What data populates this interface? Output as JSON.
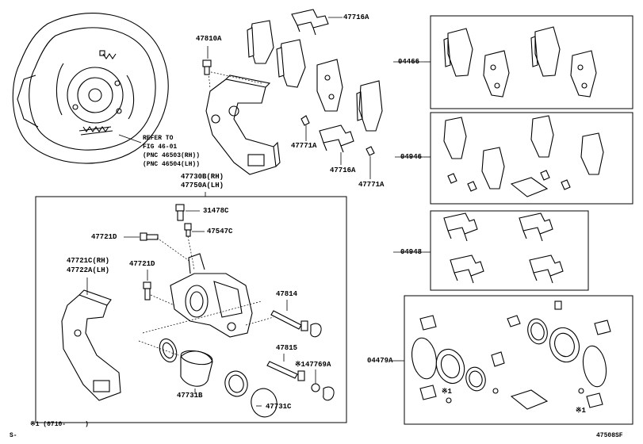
{
  "labels": {
    "p47716a_top": "47716A",
    "p47810a": "47810A",
    "p04466": "04466",
    "p47771a_left": "47771A",
    "p47716a_bottom": "47716A",
    "p47771a_right": "47771A",
    "p04946": "04946",
    "p47730b": "47730B(RH)",
    "p47750a": "47750A(LH)",
    "p31478c": "31478C",
    "p47547c": "47547C",
    "p47721d_a": "47721D",
    "p04948": "04948",
    "p47721c": "47721C(RH)",
    "p47722a": "47722A(LH)",
    "p47721d_b": "47721D",
    "p47814": "47814",
    "p47815": "47815",
    "p47769a": "※147769A",
    "p04479a": "04479A",
    "p47731b": "47731B",
    "p47731c": "47731C",
    "mark1_a": "※1",
    "mark1_b": "※1"
  },
  "refer": {
    "line1": "REFER TO",
    "line2": "FIG 46-01",
    "line3": "(PNC 46503(RH))",
    "line4": "(PNC 46504(LH))"
  },
  "footer": {
    "note": "※1 (0710-     )",
    "prefix": "S-",
    "code": "47508SF"
  }
}
